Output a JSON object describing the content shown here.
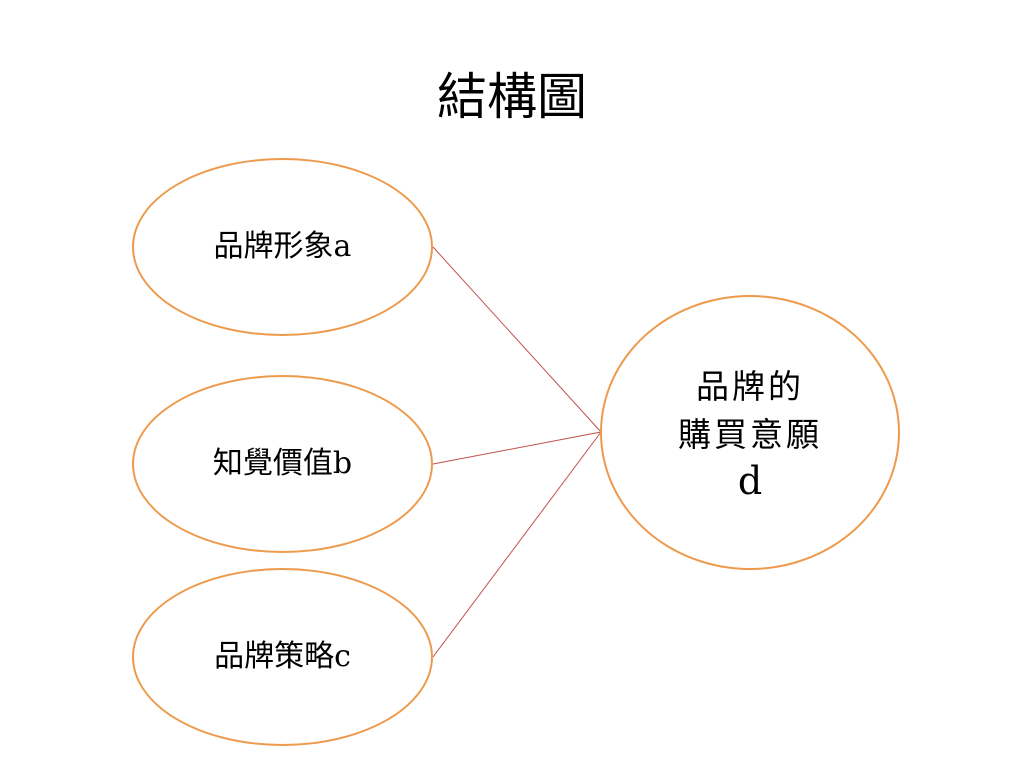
{
  "title": "結構圖",
  "nodes": {
    "a": {
      "label": "品牌形象a"
    },
    "b": {
      "label": "知覺價值b"
    },
    "c": {
      "label": "品牌策略c"
    },
    "d": {
      "line1": "品牌的",
      "line2": "購買意願",
      "line3": "d"
    }
  },
  "edges": [
    {
      "from": "a",
      "to": "d"
    },
    {
      "from": "b",
      "to": "d"
    },
    {
      "from": "c",
      "to": "d"
    }
  ],
  "colors": {
    "node_border": "#ee9a4d",
    "connector": "#c0504d",
    "text": "#000000",
    "background": "#ffffff"
  }
}
